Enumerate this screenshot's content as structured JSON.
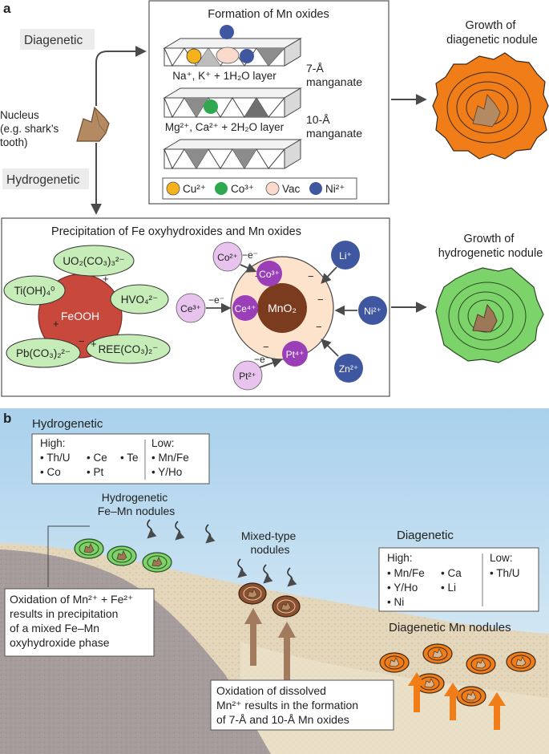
{
  "panel_a": {
    "label": "a",
    "diagenetic_label": "Diagenetic",
    "hydrogenetic_label": "Hydrogenetic",
    "nucleus_label": [
      "Nucleus",
      "(e.g. shark’s",
      "tooth)"
    ],
    "formation_title": "Formation of Mn oxides",
    "layer1": "Na⁺, K⁺ + 1H₂O layer",
    "layer2": "Mg²⁺, Ca²⁺ + 2H₂O layer",
    "manganate7": [
      "7-Å",
      "manganate"
    ],
    "manganate10": [
      "10-Å",
      "manganate"
    ],
    "legend": [
      {
        "label": "Cu²⁺",
        "color": "#f5b21b"
      },
      {
        "label": "Co³⁺",
        "color": "#2fa84f"
      },
      {
        "label": "Vac",
        "color": "#f9d9cc"
      },
      {
        "label": "Ni²⁺",
        "color": "#3f57a0"
      }
    ],
    "growth_diagenetic": [
      "Growth of",
      "diagenetic nodule"
    ],
    "precip_title": "Precipitation of Fe oxyhydroxides and Mn oxides",
    "feooh_label": "FeOOH",
    "fe_complexes": [
      "UO₂(CO₃)₃²⁻",
      "Ti(OH)₄⁰",
      "HVO₄²⁻",
      "Pb(CO₃)₂²⁻",
      "REE(CO₃)₂⁻"
    ],
    "fe_plus": "+",
    "fe_minus": "−",
    "mno2_label": "MnO₂",
    "oxidized": [
      "Co³⁺",
      "Ce⁴⁺",
      "Pt⁴⁺"
    ],
    "reduced": [
      "Co²⁺",
      "Ce³⁺",
      "Pt²⁺"
    ],
    "electron": "−e⁻",
    "cations": [
      "Li⁺",
      "Ni²⁺",
      "Zn²⁺"
    ],
    "growth_hydrogenetic": [
      "Growth of",
      "hydrogenetic nodule"
    ],
    "colors": {
      "diagenetic": "#f07d17",
      "hydrogenetic": "#7cd36a",
      "feooh": "#c9483c",
      "mno2": "#7a3b1f",
      "oxidized": "#9b3fb8",
      "reduced": "#e7c3ee",
      "cation": "#3f57a0"
    }
  },
  "panel_b": {
    "label": "b",
    "hydrogenetic_title": "Hydrogenetic",
    "hydro_high_head": "High:",
    "hydro_high": [
      "• Th/U",
      "• Ce",
      "• Te",
      "• Co",
      "• Pt"
    ],
    "hydro_low_head": "Low:",
    "hydro_low": [
      "• Mn/Fe",
      "• Y/Ho"
    ],
    "hydro_nodules_label": [
      "Hydrogenetic",
      "Fe–Mn nodules"
    ],
    "hydro_note": [
      "Oxidation of Mn²⁺ + Fe²⁺",
      "results in precipitation",
      "of a mixed Fe–Mn",
      "oxyhydroxide phase"
    ],
    "mixed_label": [
      "Mixed-type",
      "nodules"
    ],
    "diagenetic_title": "Diagenetic",
    "diag_high_head": "High:",
    "diag_high": [
      "• Mn/Fe",
      "• Ca",
      "• Y/Ho",
      "• Li",
      "• Ni"
    ],
    "diag_low_head": "Low:",
    "diag_low": [
      "• Th/U"
    ],
    "diag_nodules_label": "Diagenetic Mn nodules",
    "diag_note": [
      "Oxidation of dissolved",
      "Mn²⁺ results in the formation",
      "of 7-Å and 10-Å Mn oxides"
    ],
    "colors": {
      "water_top": "#b7d9ee",
      "sediment": "#e8dcc1",
      "rock": "#a39b9a",
      "mixed": "#8a5030",
      "arrow_brown": "#a27a5e",
      "arrow_orange": "#f07d17"
    }
  }
}
